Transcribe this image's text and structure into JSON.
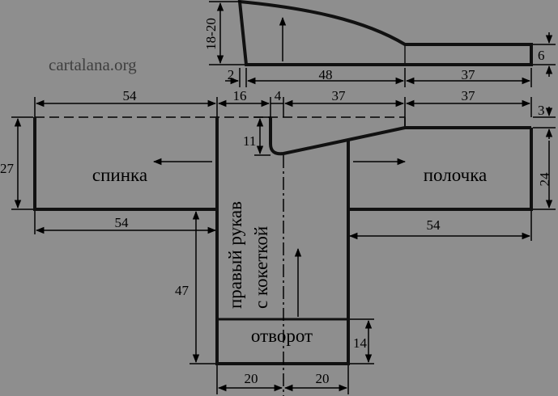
{
  "watermark": "cartalana.org",
  "labels": {
    "back": "спинка",
    "front": "полочка",
    "sleeve_line1": "правый рукав",
    "sleeve_line2": "с кокеткой",
    "cuff": "отворот"
  },
  "dimensions": {
    "collar_height": "18-20",
    "collar_width": "48",
    "collar_offset": "2",
    "top_strip_width": "37",
    "top_strip_height": "6",
    "back_top_width": "54",
    "sleeve_top_width": "16",
    "neck_offset": "4",
    "yoke_width": "37",
    "front_top_width": "37",
    "front_drop": "3",
    "neck_depth": "11",
    "back_height": "27",
    "back_bottom_width": "54",
    "front_height": "24",
    "front_bottom_width": "54",
    "sleeve_length": "47",
    "cuff_height": "14",
    "cuff_half_left": "20",
    "cuff_half_right": "20"
  },
  "colors": {
    "background": "#8e8e8e",
    "ink": "#000000",
    "outline": "#111111",
    "watermark": "#3f3f3f"
  }
}
